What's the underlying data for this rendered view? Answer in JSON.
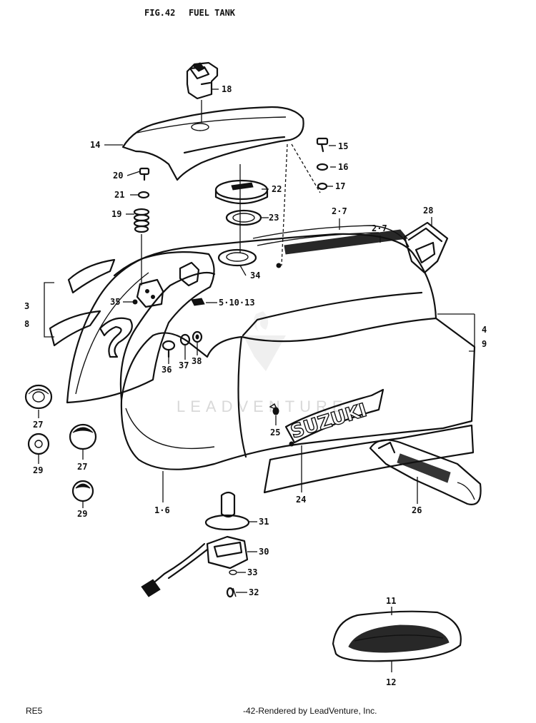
{
  "figure": {
    "number": "FIG.42",
    "title": "FUEL TANK"
  },
  "watermark": "LEADVENTURE",
  "footer": {
    "left": "RE5",
    "center": "-42-Rendered by LeadVenture, Inc."
  },
  "callouts": [
    {
      "id": "c18",
      "text": "18"
    },
    {
      "id": "c14",
      "text": "14"
    },
    {
      "id": "c15",
      "text": "15"
    },
    {
      "id": "c16",
      "text": "16"
    },
    {
      "id": "c17",
      "text": "17"
    },
    {
      "id": "c20",
      "text": "20"
    },
    {
      "id": "c21",
      "text": "21"
    },
    {
      "id": "c22",
      "text": "22"
    },
    {
      "id": "c19",
      "text": "19"
    },
    {
      "id": "c23",
      "text": "23"
    },
    {
      "id": "c2-7a",
      "text": "2·7"
    },
    {
      "id": "c2-7b",
      "text": "2·7"
    },
    {
      "id": "c28",
      "text": "28"
    },
    {
      "id": "c34",
      "text": "34"
    },
    {
      "id": "c3",
      "text": "3"
    },
    {
      "id": "c8",
      "text": "8"
    },
    {
      "id": "c35",
      "text": "35"
    },
    {
      "id": "c5-10-13",
      "text": "5·10·13"
    },
    {
      "id": "c4",
      "text": "4"
    },
    {
      "id": "c9",
      "text": "9"
    },
    {
      "id": "c36",
      "text": "36"
    },
    {
      "id": "c37",
      "text": "37"
    },
    {
      "id": "c38",
      "text": "38"
    },
    {
      "id": "c27a",
      "text": "27"
    },
    {
      "id": "c29a",
      "text": "29"
    },
    {
      "id": "c27b",
      "text": "27"
    },
    {
      "id": "c29b",
      "text": "29"
    },
    {
      "id": "c25",
      "text": "25"
    },
    {
      "id": "c24",
      "text": "24"
    },
    {
      "id": "c26",
      "text": "26"
    },
    {
      "id": "c1-6",
      "text": "1·6"
    },
    {
      "id": "c31",
      "text": "31"
    },
    {
      "id": "c30",
      "text": "30"
    },
    {
      "id": "c33",
      "text": "33"
    },
    {
      "id": "c32",
      "text": "32"
    },
    {
      "id": "c11",
      "text": "11"
    },
    {
      "id": "c12",
      "text": "12"
    }
  ],
  "emblem_text": "SUZUKI"
}
